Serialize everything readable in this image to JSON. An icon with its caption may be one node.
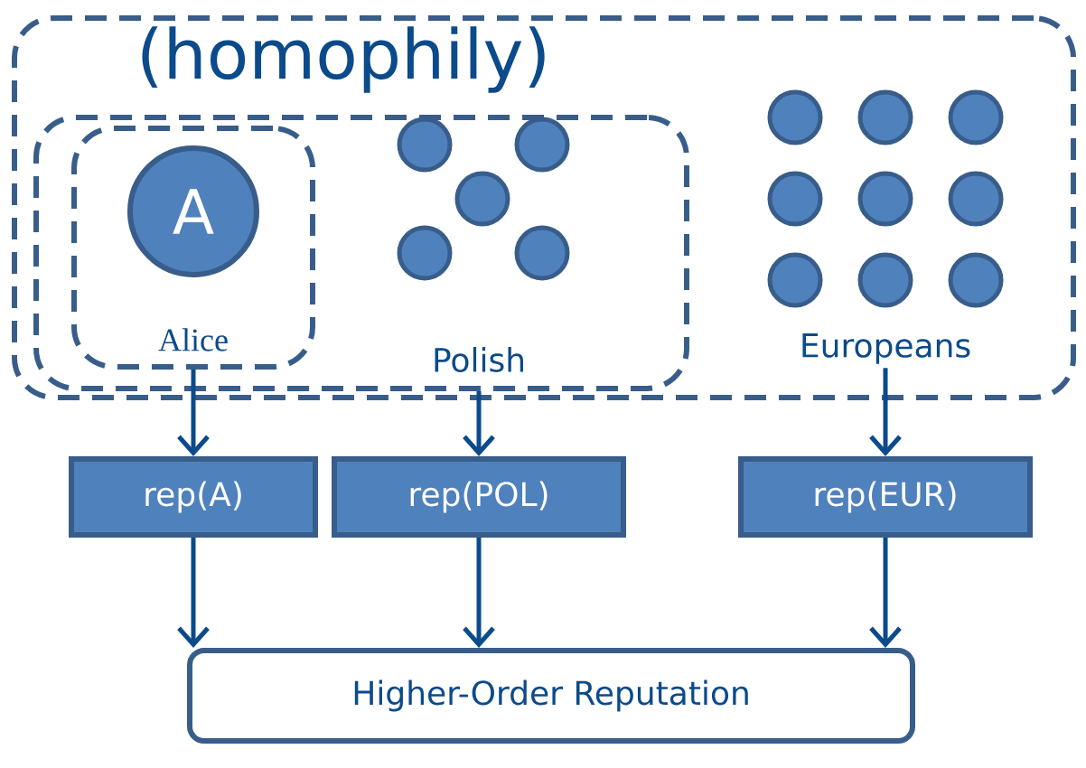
{
  "diagram": {
    "nodes": [
      {
        "text": [
          "(homophily)"
        ]
      },
      {
        "text": [
          "Polish"
        ],
        "in": 0
      },
      {
        "text": [
          "Alice"
        ],
        "in": 1
      },
      {
        "text": [
          "A"
        ],
        "in": 2
      },
      {
        "text": [
          "Europeans"
        ],
        "in": 0
      },
      {
        "text": [
          "rep(A)"
        ]
      },
      {
        "text": [
          "rep(POL)"
        ]
      },
      {
        "text": [
          "rep(EUR)"
        ]
      },
      {
        "text": [
          "Higher-Order Reputation"
        ]
      }
    ],
    "edges": [
      {
        "from": 2,
        "to": 5,
        "arrow": "to"
      },
      {
        "from": 1,
        "to": 6,
        "arrow": "to"
      },
      {
        "from": 4,
        "to": 7,
        "arrow": "to"
      },
      {
        "from": 5,
        "to": 8,
        "arrow": "to"
      },
      {
        "from": 6,
        "to": 8,
        "arrow": "to"
      },
      {
        "from": 7,
        "to": 8,
        "arrow": "to"
      }
    ]
  }
}
